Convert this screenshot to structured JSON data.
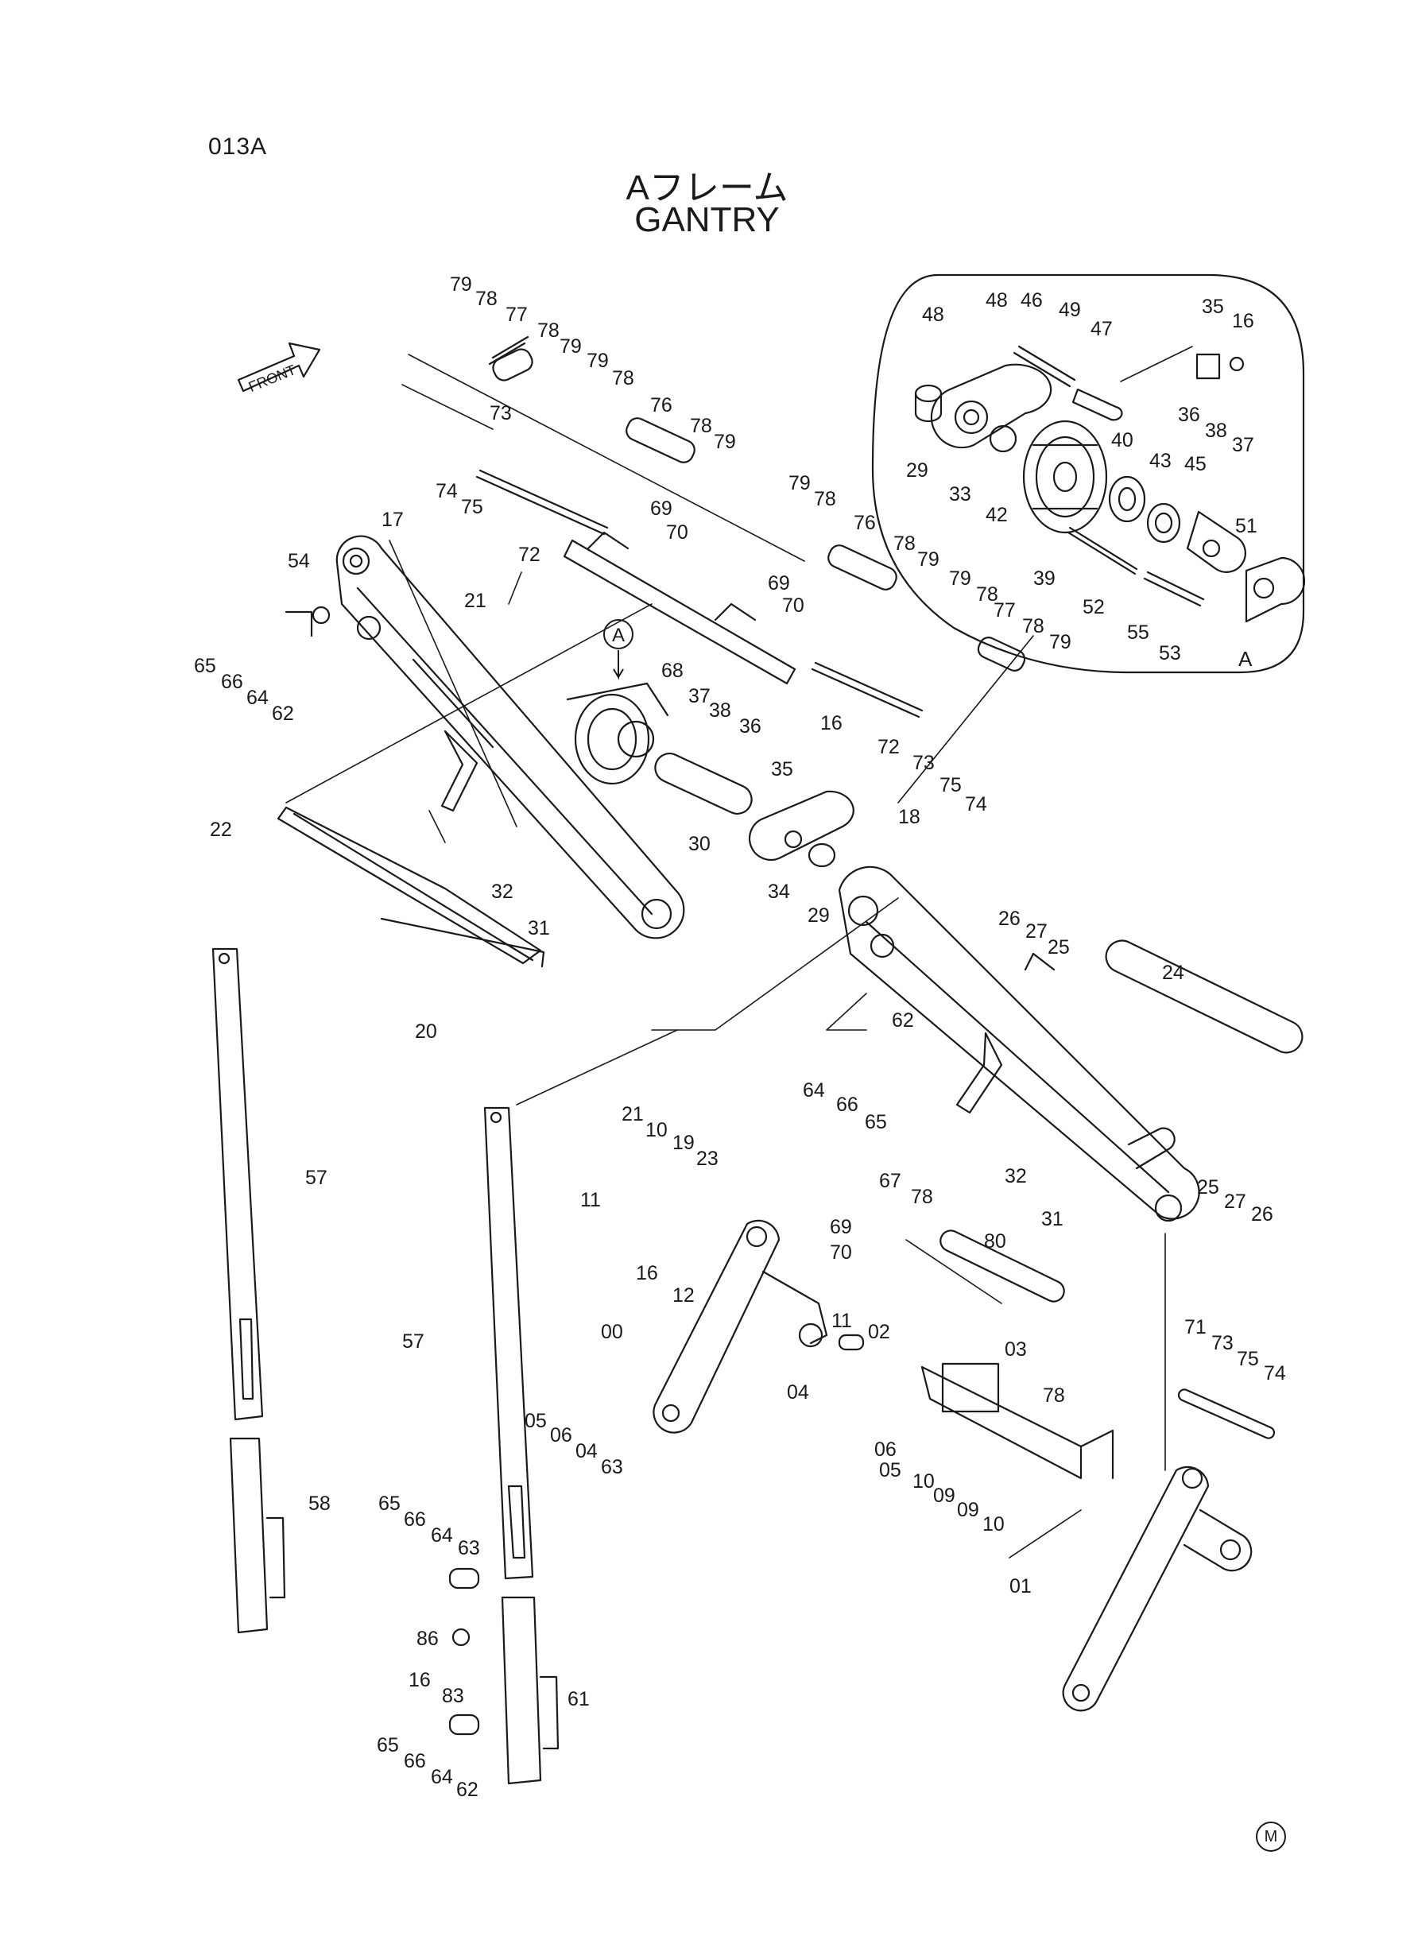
{
  "header": {
    "page_id": "013A",
    "title_jp": "Aフレーム",
    "title_en": "GANTRY"
  },
  "front_marker": "FRONT",
  "detail_callout": "A",
  "detail_label": "A",
  "footer_mark": "M",
  "callouts": [
    {
      "id": "c1",
      "text": "79"
    },
    {
      "id": "c2",
      "text": "78"
    },
    {
      "id": "c3",
      "text": "77"
    },
    {
      "id": "c4",
      "text": "78"
    },
    {
      "id": "c5",
      "text": "79"
    },
    {
      "id": "c6",
      "text": "79"
    },
    {
      "id": "c7",
      "text": "78"
    },
    {
      "id": "c8",
      "text": "76"
    },
    {
      "id": "c9",
      "text": "78"
    },
    {
      "id": "c10",
      "text": "79"
    },
    {
      "id": "c11",
      "text": "73"
    },
    {
      "id": "c12",
      "text": "74"
    },
    {
      "id": "c13",
      "text": "75"
    },
    {
      "id": "c14",
      "text": "69"
    },
    {
      "id": "c15",
      "text": "70"
    },
    {
      "id": "c16",
      "text": "72"
    },
    {
      "id": "c17",
      "text": "17"
    },
    {
      "id": "c18",
      "text": "54"
    },
    {
      "id": "c19",
      "text": "21"
    },
    {
      "id": "c20",
      "text": "65"
    },
    {
      "id": "c21",
      "text": "66"
    },
    {
      "id": "c22",
      "text": "64"
    },
    {
      "id": "c23",
      "text": "62"
    },
    {
      "id": "c24",
      "text": "68"
    },
    {
      "id": "c25",
      "text": "79"
    },
    {
      "id": "c26",
      "text": "78"
    },
    {
      "id": "c27",
      "text": "76"
    },
    {
      "id": "c28",
      "text": "78"
    },
    {
      "id": "c29",
      "text": "79"
    },
    {
      "id": "c30",
      "text": "69"
    },
    {
      "id": "c31",
      "text": "70"
    },
    {
      "id": "c32",
      "text": "79"
    },
    {
      "id": "c33",
      "text": "78"
    },
    {
      "id": "c34",
      "text": "77"
    },
    {
      "id": "c35",
      "text": "78"
    },
    {
      "id": "c36",
      "text": "79"
    },
    {
      "id": "c37",
      "text": "72"
    },
    {
      "id": "c38",
      "text": "73"
    },
    {
      "id": "c39",
      "text": "75"
    },
    {
      "id": "c40",
      "text": "74"
    },
    {
      "id": "c41",
      "text": "48"
    },
    {
      "id": "c42",
      "text": "48"
    },
    {
      "id": "c43",
      "text": "46"
    },
    {
      "id": "c44",
      "text": "49"
    },
    {
      "id": "c45",
      "text": "47"
    },
    {
      "id": "c46",
      "text": "35"
    },
    {
      "id": "c47",
      "text": "16"
    },
    {
      "id": "c48",
      "text": "36"
    },
    {
      "id": "c49",
      "text": "38"
    },
    {
      "id": "c50",
      "text": "37"
    },
    {
      "id": "c51",
      "text": "29"
    },
    {
      "id": "c52",
      "text": "33"
    },
    {
      "id": "c53",
      "text": "42"
    },
    {
      "id": "c54",
      "text": "40"
    },
    {
      "id": "c55",
      "text": "43"
    },
    {
      "id": "c56",
      "text": "45"
    },
    {
      "id": "c57",
      "text": "39"
    },
    {
      "id": "c58",
      "text": "52"
    },
    {
      "id": "c59",
      "text": "55"
    },
    {
      "id": "c60",
      "text": "51"
    },
    {
      "id": "c61",
      "text": "53"
    },
    {
      "id": "c62",
      "text": "37"
    },
    {
      "id": "c63",
      "text": "38"
    },
    {
      "id": "c64",
      "text": "36"
    },
    {
      "id": "c65",
      "text": "16"
    },
    {
      "id": "c66",
      "text": "35"
    },
    {
      "id": "c67",
      "text": "30"
    },
    {
      "id": "c68",
      "text": "34"
    },
    {
      "id": "c69",
      "text": "29"
    },
    {
      "id": "c70",
      "text": "22"
    },
    {
      "id": "c71",
      "text": "32"
    },
    {
      "id": "c72",
      "text": "31"
    },
    {
      "id": "c73",
      "text": "20"
    },
    {
      "id": "c74",
      "text": "18"
    },
    {
      "id": "c75",
      "text": "26"
    },
    {
      "id": "c76",
      "text": "27"
    },
    {
      "id": "c77",
      "text": "25"
    },
    {
      "id": "c78",
      "text": "24"
    },
    {
      "id": "c79",
      "text": "62"
    },
    {
      "id": "c80",
      "text": "64"
    },
    {
      "id": "c81",
      "text": "66"
    },
    {
      "id": "c82",
      "text": "65"
    },
    {
      "id": "c83",
      "text": "57"
    },
    {
      "id": "c84",
      "text": "21"
    },
    {
      "id": "c85",
      "text": "10"
    },
    {
      "id": "c86",
      "text": "19"
    },
    {
      "id": "c87",
      "text": "23"
    },
    {
      "id": "c88",
      "text": "11"
    },
    {
      "id": "c89",
      "text": "16"
    },
    {
      "id": "c90",
      "text": "12"
    },
    {
      "id": "c91",
      "text": "67"
    },
    {
      "id": "c92",
      "text": "78"
    },
    {
      "id": "c93",
      "text": "69"
    },
    {
      "id": "c94",
      "text": "70"
    },
    {
      "id": "c95",
      "text": "80"
    },
    {
      "id": "c96",
      "text": "32"
    },
    {
      "id": "c97",
      "text": "31"
    },
    {
      "id": "c98",
      "text": "25"
    },
    {
      "id": "c99",
      "text": "27"
    },
    {
      "id": "c100",
      "text": "26"
    },
    {
      "id": "c101",
      "text": "00"
    },
    {
      "id": "c102",
      "text": "03"
    },
    {
      "id": "c103",
      "text": "11"
    },
    {
      "id": "c104",
      "text": "02"
    },
    {
      "id": "c105",
      "text": "78"
    },
    {
      "id": "c106",
      "text": "71"
    },
    {
      "id": "c107",
      "text": "73"
    },
    {
      "id": "c108",
      "text": "75"
    },
    {
      "id": "c109",
      "text": "74"
    },
    {
      "id": "c110",
      "text": "57"
    },
    {
      "id": "c111",
      "text": "05"
    },
    {
      "id": "c112",
      "text": "06"
    },
    {
      "id": "c113",
      "text": "04"
    },
    {
      "id": "c114",
      "text": "63"
    },
    {
      "id": "c115",
      "text": "04"
    },
    {
      "id": "c116",
      "text": "06"
    },
    {
      "id": "c117",
      "text": "05"
    },
    {
      "id": "c118",
      "text": "10"
    },
    {
      "id": "c119",
      "text": "09"
    },
    {
      "id": "c120",
      "text": "09"
    },
    {
      "id": "c121",
      "text": "10"
    },
    {
      "id": "c122",
      "text": "58"
    },
    {
      "id": "c123",
      "text": "65"
    },
    {
      "id": "c124",
      "text": "66"
    },
    {
      "id": "c125",
      "text": "64"
    },
    {
      "id": "c126",
      "text": "63"
    },
    {
      "id": "c127",
      "text": "01"
    },
    {
      "id": "c128",
      "text": "86"
    },
    {
      "id": "c129",
      "text": "16"
    },
    {
      "id": "c130",
      "text": "83"
    },
    {
      "id": "c131",
      "text": "61"
    },
    {
      "id": "c132",
      "text": "65"
    },
    {
      "id": "c133",
      "text": "66"
    },
    {
      "id": "c134",
      "text": "64"
    },
    {
      "id": "c135",
      "text": "62"
    }
  ]
}
